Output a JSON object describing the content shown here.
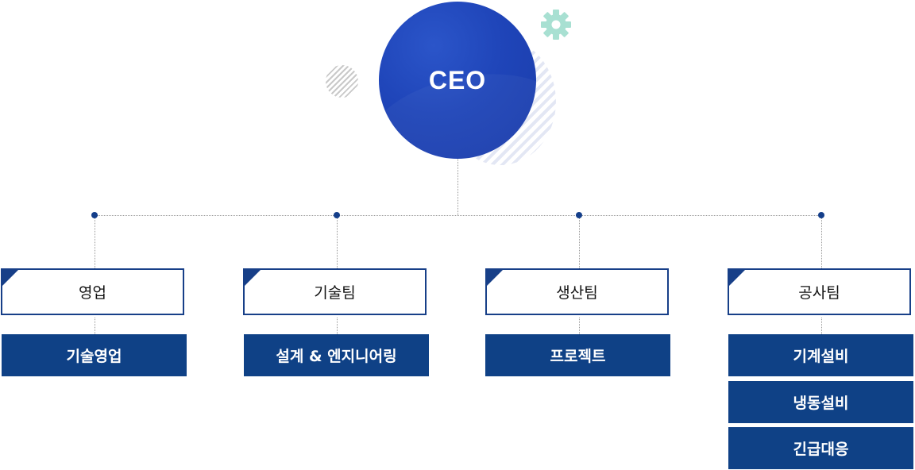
{
  "ceo": {
    "label": "CEO"
  },
  "teams": [
    {
      "label": "영업",
      "units": [
        "기술영업"
      ]
    },
    {
      "label": "기술팀",
      "units": [
        "설계 & 엔지니어링"
      ]
    },
    {
      "label": "생산팀",
      "units": [
        "프로젝트"
      ]
    },
    {
      "label": "공사팀",
      "units": [
        "기계설비",
        "냉동설비",
        "긴급대응"
      ]
    }
  ],
  "colors": {
    "ceo_circle": "#1f45b9",
    "team_border": "#173f88",
    "unit_fill": "#0f4186",
    "node_dot": "#143e8a",
    "gear": "#a8e0d2"
  },
  "icons": {
    "decoration": "gear-icon"
  }
}
